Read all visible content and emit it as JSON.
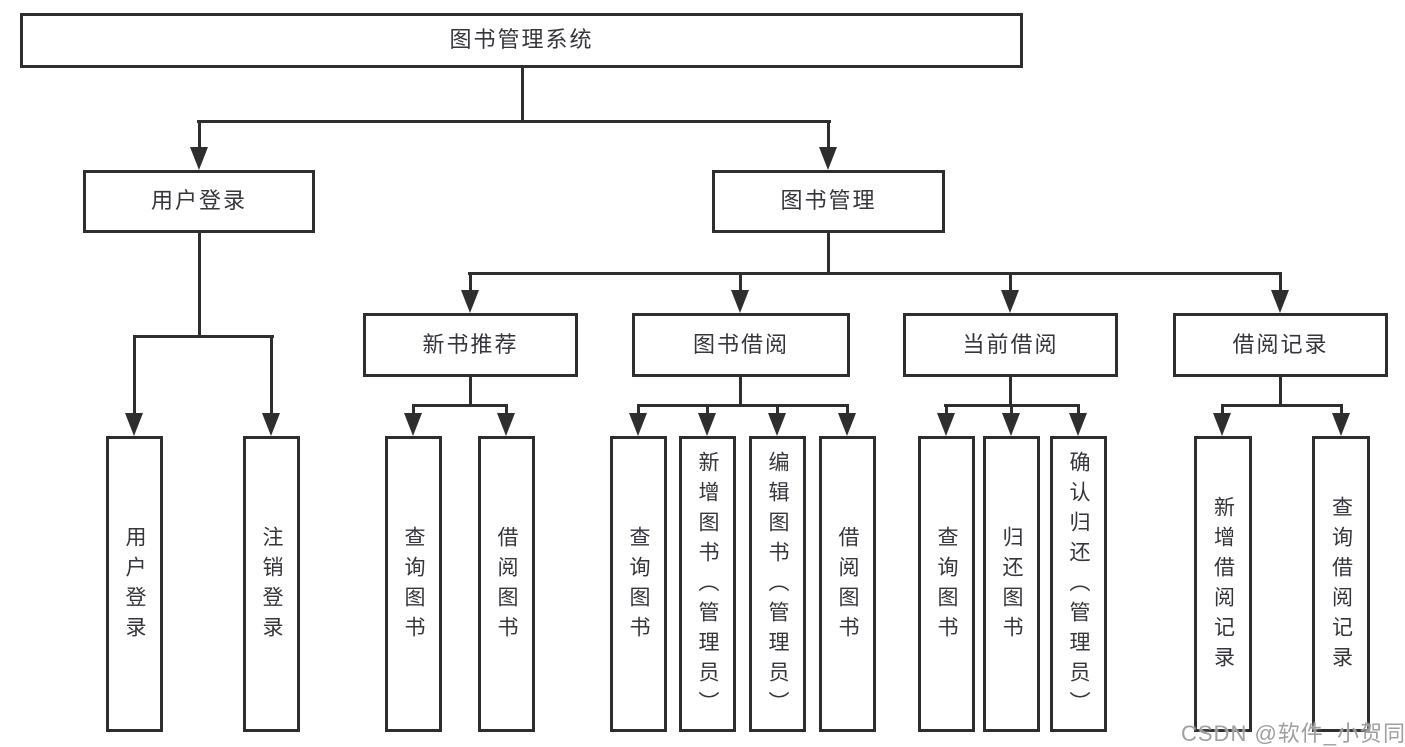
{
  "diagram_title": "图书管理系统",
  "nodes": {
    "root": {
      "label": "图书管理系统"
    },
    "login": {
      "label": "用户登录"
    },
    "manage": {
      "label": "图书管理"
    },
    "newbook": {
      "label": "新书推荐"
    },
    "borrow": {
      "label": "图书借阅"
    },
    "current": {
      "label": "当前借阅"
    },
    "record": {
      "label": "借阅记录"
    },
    "login_user": {
      "label": "用户登录"
    },
    "login_logout": {
      "label": "注销登录"
    },
    "newbook_query": {
      "label": "查询图书"
    },
    "newbook_borrow": {
      "label": "借阅图书"
    },
    "borrow_query": {
      "label": "查询图书"
    },
    "borrow_add": {
      "label": "新增图书（管理员）"
    },
    "borrow_edit": {
      "label": "编辑图书（管理员）"
    },
    "borrow_lend": {
      "label": "借阅图书"
    },
    "current_query": {
      "label": "查询图书"
    },
    "current_return": {
      "label": "归还图书"
    },
    "current_confirm": {
      "label": "确认归还（管理员）"
    },
    "record_add": {
      "label": "新增借阅记录"
    },
    "record_query": {
      "label": "查询借阅记录"
    }
  },
  "edges": [
    [
      "root",
      "login"
    ],
    [
      "root",
      "manage"
    ],
    [
      "login",
      "login_user"
    ],
    [
      "login",
      "login_logout"
    ],
    [
      "manage",
      "newbook"
    ],
    [
      "manage",
      "borrow"
    ],
    [
      "manage",
      "current"
    ],
    [
      "manage",
      "record"
    ],
    [
      "newbook",
      "newbook_query"
    ],
    [
      "newbook",
      "newbook_borrow"
    ],
    [
      "borrow",
      "borrow_query"
    ],
    [
      "borrow",
      "borrow_add"
    ],
    [
      "borrow",
      "borrow_edit"
    ],
    [
      "borrow",
      "borrow_lend"
    ],
    [
      "current",
      "current_query"
    ],
    [
      "current",
      "current_return"
    ],
    [
      "current",
      "current_confirm"
    ],
    [
      "record",
      "record_add"
    ],
    [
      "record",
      "record_query"
    ]
  ],
  "watermark": {
    "text": "CSDN @软件_小贺同学"
  },
  "colors": {
    "line": "#2e2e2e",
    "text": "#35353b",
    "watermark": "#9f9f9f",
    "background": "#ffffff"
  }
}
